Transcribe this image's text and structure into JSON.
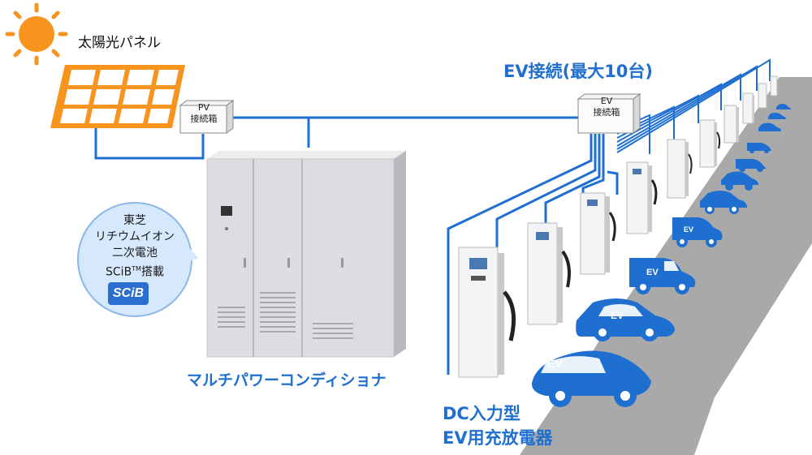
{
  "solar_panel": {
    "label": "太陽光パネル"
  },
  "pv_junction_box": {
    "line1": "PV",
    "line2": "接続箱"
  },
  "ev_junction_box": {
    "line1": "EV",
    "line2": "接続箱"
  },
  "ev_connection": {
    "label": "EV接続(最大10台)"
  },
  "power_conditioner": {
    "label": "マルチパワーコンディショナ"
  },
  "battery": {
    "line1": "東芝",
    "line2": "リチウムイオン",
    "line3": "二次電池",
    "line4_prefix": "SCiB",
    "line4_tm": "TM",
    "line4_suffix": "搭載",
    "logo": "SCiB"
  },
  "charger": {
    "line1": "DC入力型",
    "line2": "EV用充放電器"
  },
  "car_label": "EV",
  "colors": {
    "accent_blue": "#1f6fd0",
    "sun_orange": "#f7941d",
    "road_gray": "#a8a8a8",
    "cabinet_gray": "#d9dadc"
  }
}
